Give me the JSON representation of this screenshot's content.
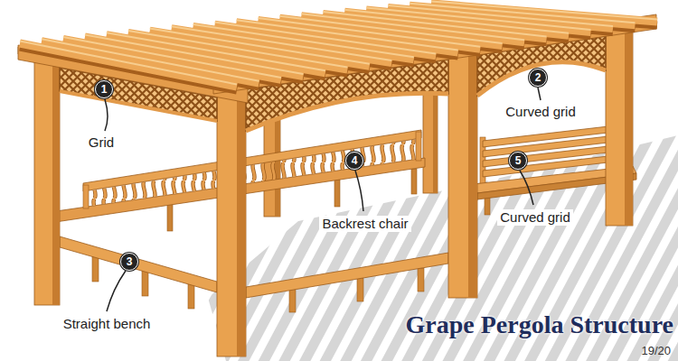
{
  "diagram": {
    "title": "Grape Pergola Structure",
    "nodes": [
      {
        "text": [
          "1"
        ]
      },
      {
        "text": [
          "2"
        ]
      },
      {
        "text": [
          "3"
        ]
      },
      {
        "text": [
          "4"
        ]
      },
      {
        "text": [
          "5"
        ]
      }
    ],
    "labels": [
      "Grid",
      "Curved grid",
      "Straight bench",
      "Backrest chair",
      "Curved grid",
      "19/20"
    ]
  }
}
